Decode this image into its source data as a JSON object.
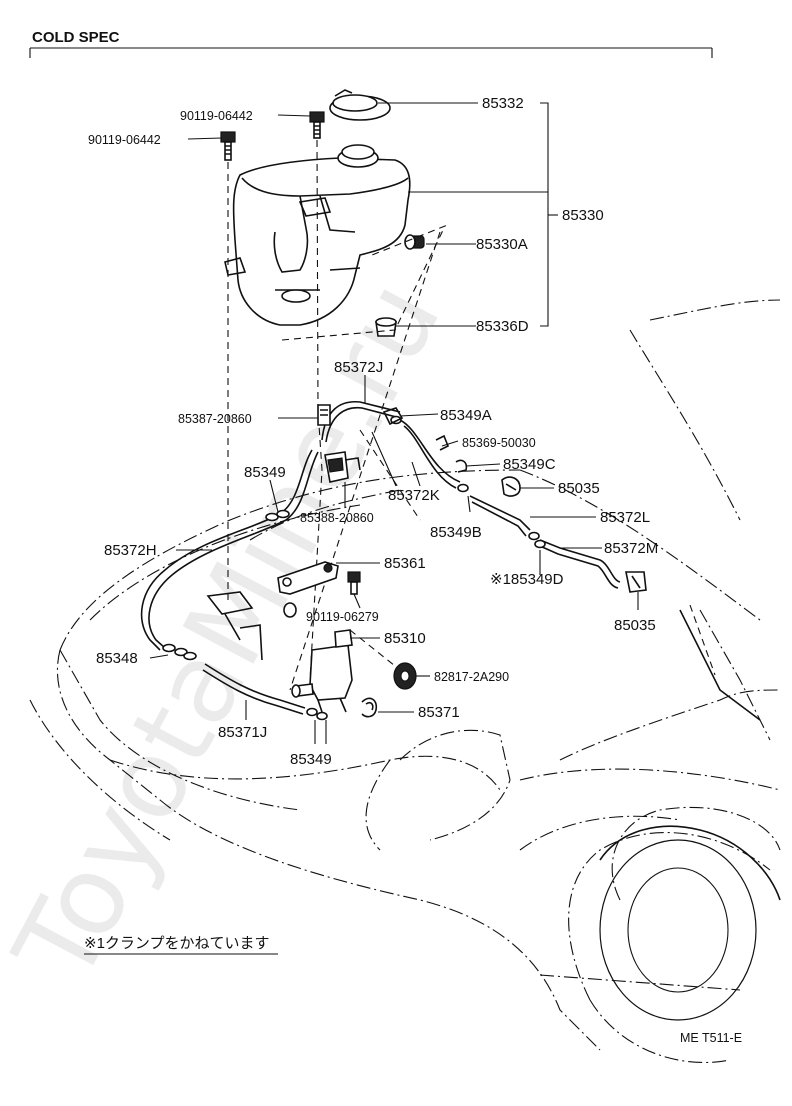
{
  "header": {
    "title": "COLD SPEC"
  },
  "footer": {
    "code": "ME T511-E"
  },
  "note": {
    "text": "※1クランプをかねています"
  },
  "watermark": {
    "text": "ToyotaMine.ru"
  },
  "parts": {
    "p85332": "85332",
    "p85330": "85330",
    "p85330A": "85330A",
    "p85336D": "85336D",
    "p90119a": "90119-06442",
    "p90119b": "90119-06442",
    "p85372J": "85372J",
    "p85387": "85387-20860",
    "p85349A": "85349A",
    "p85369": "85369-50030",
    "p85349C": "85349C",
    "p85349top": "85349",
    "p85372K": "85372K",
    "p85035a": "85035",
    "p85388": "85388-20860",
    "p85372L": "85372L",
    "p85349B": "85349B",
    "p85372H": "85372H",
    "p85361": "85361",
    "p85372M": "85372M",
    "p85349D": "※185349D",
    "p90119c": "90119-06279",
    "p85035b": "85035",
    "p85310": "85310",
    "p85348": "85348",
    "p82817": "82817-2A290",
    "p85371": "85371",
    "p85371J": "85371J",
    "p85349bot": "85349"
  }
}
